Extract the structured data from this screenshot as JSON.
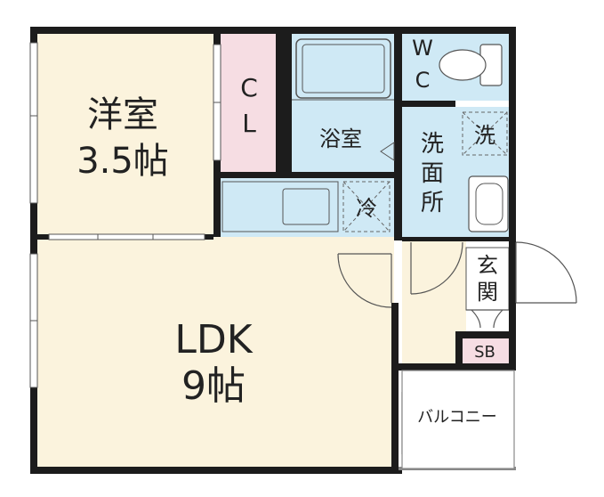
{
  "rooms": {
    "western": {
      "name": "洋室",
      "size": "3.5帖"
    },
    "closet": {
      "line1": "C",
      "line2": "L"
    },
    "bath": {
      "name": "浴室"
    },
    "wc": {
      "line1": "W",
      "line2": "C"
    },
    "washroom": {
      "line1": "洗",
      "line2": "面",
      "line3": "所"
    },
    "washer_mark": "洗",
    "fridge_mark": "冷",
    "entrance": {
      "line1": "玄",
      "line2": "関"
    },
    "shoebox": "SB",
    "ldk": {
      "name": "LDK",
      "size": "9帖"
    },
    "balcony": "バルコニー"
  },
  "colors": {
    "room_cream": "#fbf3dd",
    "closet_pink": "#f6dde3",
    "wet_blue": "#cfe9f5",
    "wall": "#1c1c1c",
    "door_line": "#555555"
  }
}
